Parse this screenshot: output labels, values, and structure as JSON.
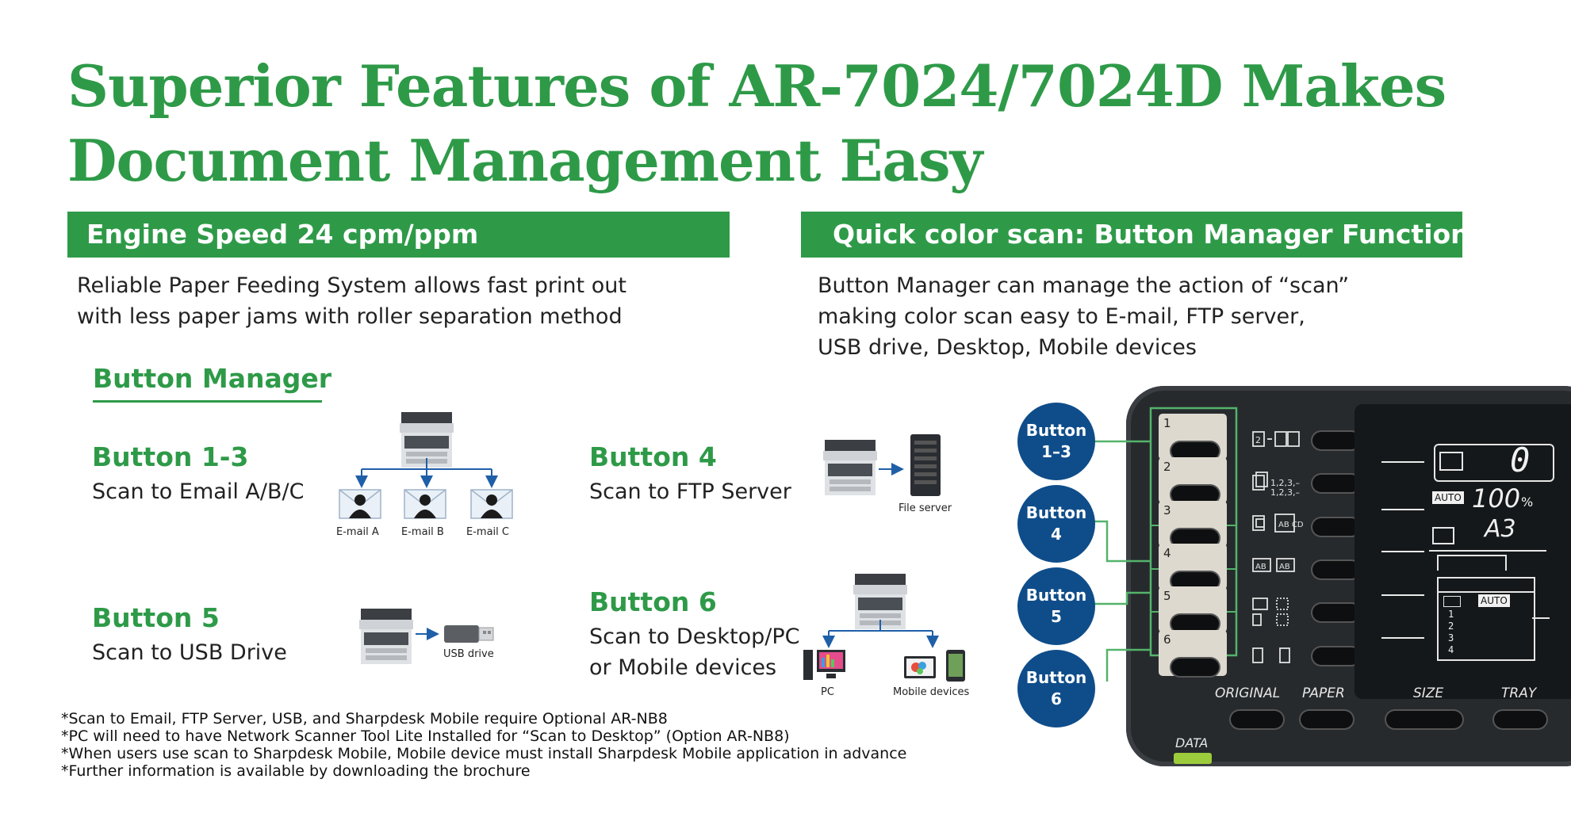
{
  "title": {
    "line1": "Superior Features of AR-7024/7024D Makes",
    "line2": "Document Management Easy"
  },
  "engine": {
    "heading": "Engine Speed 24 cpm/ppm",
    "desc_line1": "Reliable Paper Feeding System allows fast print out",
    "desc_line2": "with less paper jams with roller separation method"
  },
  "quickscan": {
    "heading": "Quick color scan: Button Manager Function",
    "desc_line1": "Button Manager can manage the action of “scan”",
    "desc_line2": "making color scan easy to E-mail, FTP server,",
    "desc_line3": "USB drive, Desktop, Mobile devices"
  },
  "button_manager": {
    "heading": "Button Manager",
    "b13": {
      "name": "Button 1-3",
      "desc": "Scan to Email A/B/C",
      "labels": [
        "E-mail A",
        "E-mail B",
        "E-mail C"
      ]
    },
    "b4": {
      "name": "Button 4",
      "desc": "Scan to FTP Server",
      "label": "File server"
    },
    "b5": {
      "name": "Button 5",
      "desc": "Scan to USB Drive",
      "label": "USB drive"
    },
    "b6": {
      "name": "Button 6",
      "desc_line1": "Scan to Desktop/PC",
      "desc_line2": "or Mobile devices",
      "label_pc": "PC",
      "label_mobile": "Mobile devices"
    }
  },
  "panel": {
    "circles": [
      {
        "line1": "Button",
        "line2": "1–3"
      },
      {
        "line1": "Button",
        "line2": "4"
      },
      {
        "line1": "Button",
        "line2": "5"
      },
      {
        "line1": "Button",
        "line2": "6"
      }
    ],
    "keys": [
      "1",
      "2",
      "3",
      "4",
      "5",
      "6"
    ],
    "labels": {
      "original": "ORIGINAL",
      "paper": "PAPER",
      "size": "SIZE",
      "tray": "TRAY",
      "data": "DATA"
    },
    "lcd": {
      "count": "0",
      "auto1": "AUTO",
      "zoom": "100",
      "pct": "%",
      "paper": "A3",
      "auto2": "AUTO",
      "trays": [
        "1",
        "2",
        "3",
        "4"
      ]
    },
    "sort_text": "1,2,3,—\n1,2,3,—",
    "colors": {
      "green": "#2e9a48",
      "blue": "#0f4d8a"
    }
  },
  "notes": [
    "*Scan to Email, FTP Server, USB, and Sharpdesk Mobile require Optional AR-NB8",
    "*PC will need to have Network Scanner Tool Lite Installed for “Scan to Desktop” (Option AR-NB8)",
    "*When users use scan to Sharpdesk Mobile, Mobile device must install Sharpdesk Mobile application in advance",
    "*Further information is available by downloading the brochure"
  ]
}
